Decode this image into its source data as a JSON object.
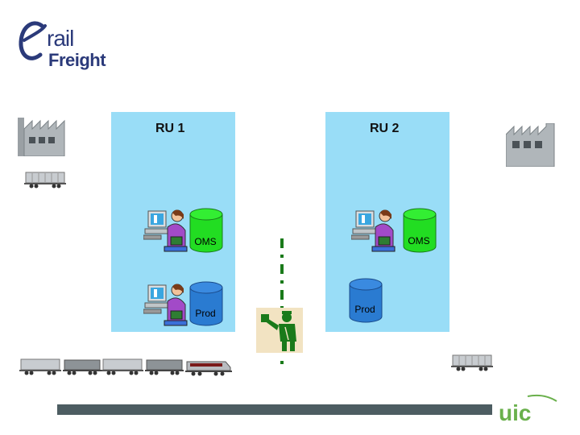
{
  "logo": {
    "e_letter": "e",
    "line1": "rail",
    "line2": "Freight"
  },
  "ru1": {
    "title": "RU 1",
    "db_top": "OMS",
    "db_bottom": "Prod"
  },
  "ru2": {
    "title": "RU 2",
    "db_top": "OMS",
    "db_bottom": "Prod"
  },
  "footer_logo": "uic",
  "colors": {
    "panel": "#99ddf7",
    "db_green": "#22dd22",
    "db_blue": "#2a7bd1",
    "logo_blue": "#2b3a7a",
    "uic_green": "#6ab04c",
    "bar": "#4d5d62",
    "dash_green": "#1a7a1a"
  },
  "icons": [
    "factory-icon",
    "wagon-icon",
    "operator-icon",
    "signalman-icon",
    "locomotive-icon",
    "uic-logo"
  ]
}
